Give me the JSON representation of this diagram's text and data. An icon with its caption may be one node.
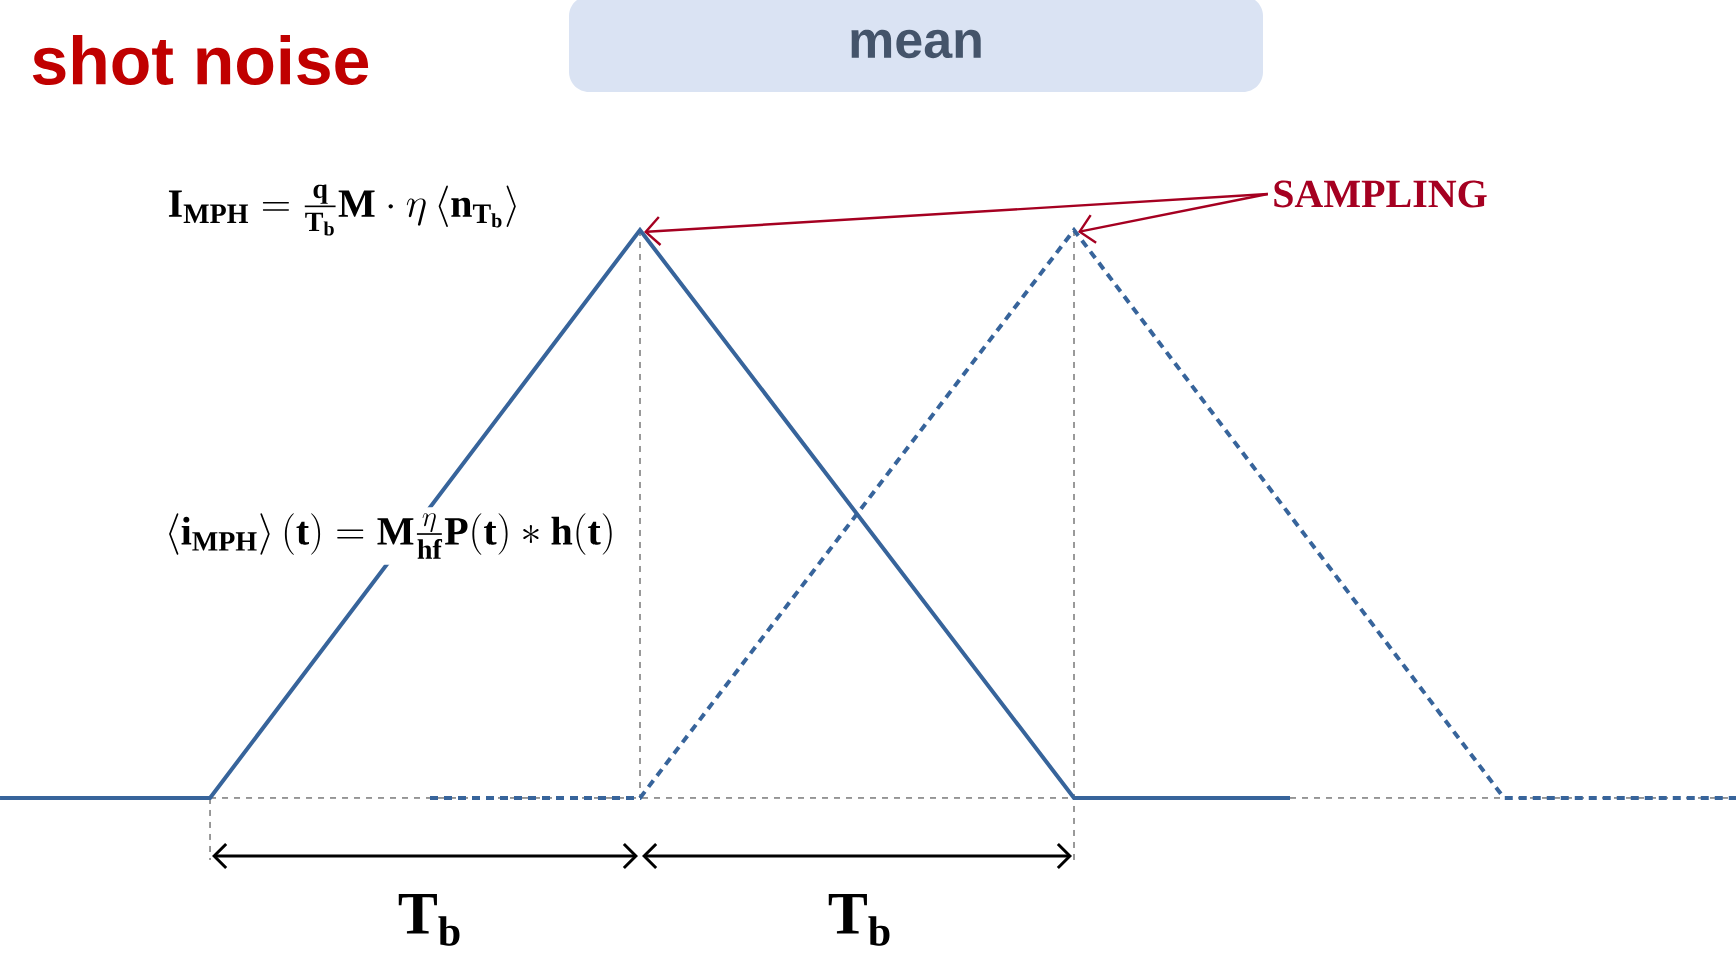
{
  "diagram": {
    "title": "shot noise",
    "nodes": [
      {
        "text": [
          "mean"
        ]
      },
      {
        "text": [
          "SAMPLING"
        ]
      }
    ],
    "edges": [
      {
        "from": 1,
        "to": null,
        "arrow": "to"
      },
      {
        "from": 1,
        "to": null,
        "arrow": "to"
      }
    ],
    "labels": [
      "\\mathbf{I}_{\\mathbf{MPH}}=\\frac{\\mathbf{q}}{\\mathbf{T}_{\\mathbf{b}}}\\mathbf{M}\\cdot\\eta\\left\\langle \\mathbf{n}_{\\mathbf{T}_{\\mathbf{b}}}\\right\\rangle",
      "\\left\\langle \\mathbf{i}_{\\mathbf{MPH}}\\right\\rangle(\\mathbf{t})=\\mathbf{M}\\frac{\\eta}{\\mathbf{hf}}\\mathbf{P}(\\mathbf{t})*\\mathbf{h}(\\mathbf{t})",
      "\\mathbf{T}_{\\mathbf{b}}",
      "\\mathbf{T}_{\\mathbf{b}}"
    ]
  }
}
